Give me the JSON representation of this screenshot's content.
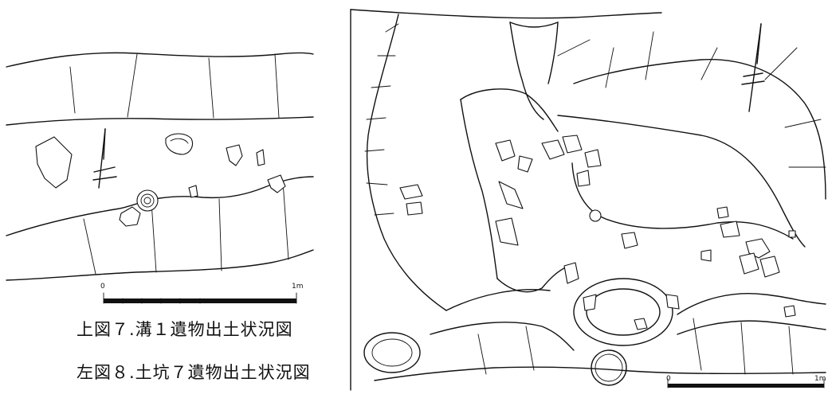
{
  "figure_top": {
    "caption": "上図７.溝１遺物出土状況図",
    "scale_start": "0",
    "scale_end": "1m"
  },
  "figure_left": {
    "caption": "左図８.土坑７遺物出土状況図",
    "scale_start": "0",
    "scale_end": "1m"
  },
  "colors": {
    "line": "#111111",
    "background": "#ffffff"
  }
}
